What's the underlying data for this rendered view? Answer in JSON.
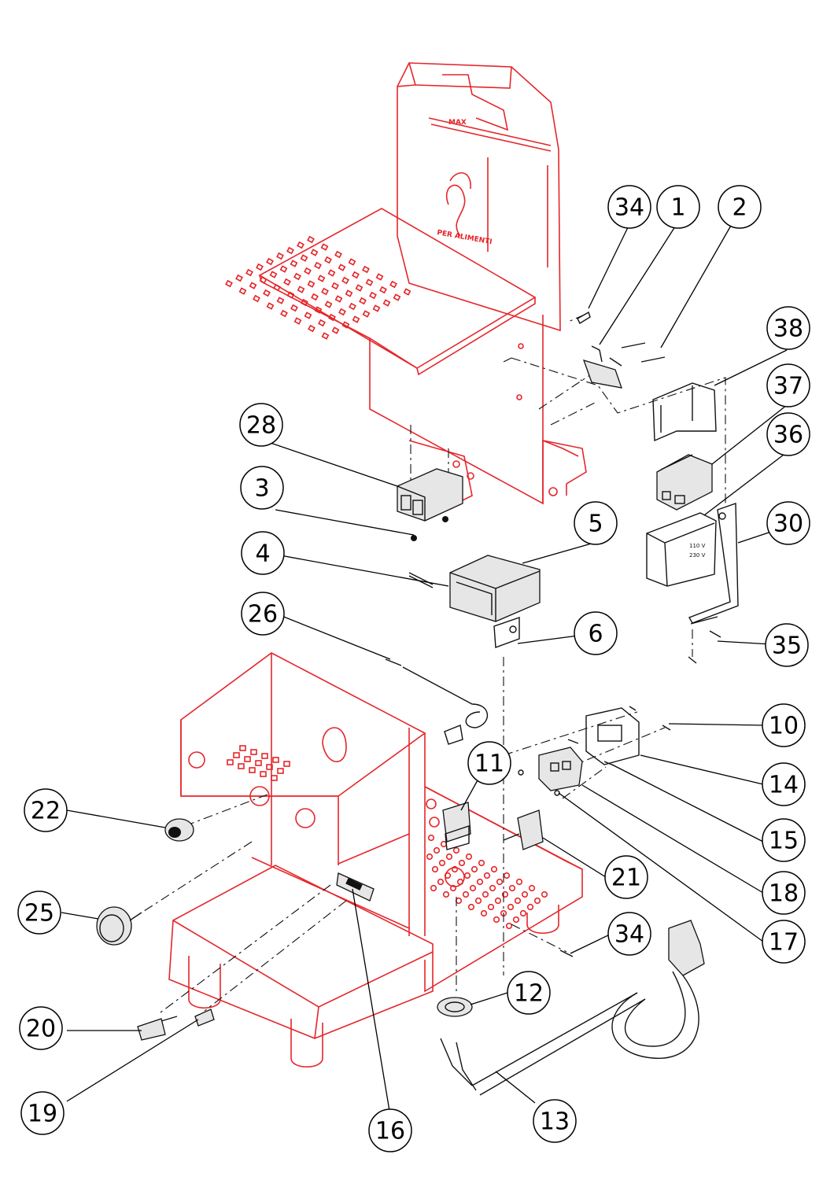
{
  "diagram": {
    "tank_labels": {
      "max": "MAX",
      "food_grade": "PER ALIMENTI"
    },
    "transformer_labels": {
      "v110": "110 V",
      "v230": "230 V"
    },
    "colors": {
      "frame": "#e5262a",
      "parts": "#111111",
      "background": "#ffffff"
    },
    "callouts": [
      {
        "id": "c34a",
        "label": "34"
      },
      {
        "id": "c1",
        "label": "1"
      },
      {
        "id": "c2",
        "label": "2"
      },
      {
        "id": "c38",
        "label": "38"
      },
      {
        "id": "c37",
        "label": "37"
      },
      {
        "id": "c36",
        "label": "36"
      },
      {
        "id": "c28",
        "label": "28"
      },
      {
        "id": "c3",
        "label": "3"
      },
      {
        "id": "c5",
        "label": "5"
      },
      {
        "id": "c30",
        "label": "30"
      },
      {
        "id": "c4",
        "label": "4"
      },
      {
        "id": "c26",
        "label": "26"
      },
      {
        "id": "c6",
        "label": "6"
      },
      {
        "id": "c35",
        "label": "35"
      },
      {
        "id": "c10",
        "label": "10"
      },
      {
        "id": "c11",
        "label": "11"
      },
      {
        "id": "c14",
        "label": "14"
      },
      {
        "id": "c22",
        "label": "22"
      },
      {
        "id": "c15",
        "label": "15"
      },
      {
        "id": "c21",
        "label": "21"
      },
      {
        "id": "c18",
        "label": "18"
      },
      {
        "id": "c25",
        "label": "25"
      },
      {
        "id": "c17",
        "label": "17"
      },
      {
        "id": "c34b",
        "label": "34"
      },
      {
        "id": "c12",
        "label": "12"
      },
      {
        "id": "c20",
        "label": "20"
      },
      {
        "id": "c19",
        "label": "19"
      },
      {
        "id": "c16",
        "label": "16"
      },
      {
        "id": "c13",
        "label": "13"
      }
    ]
  }
}
